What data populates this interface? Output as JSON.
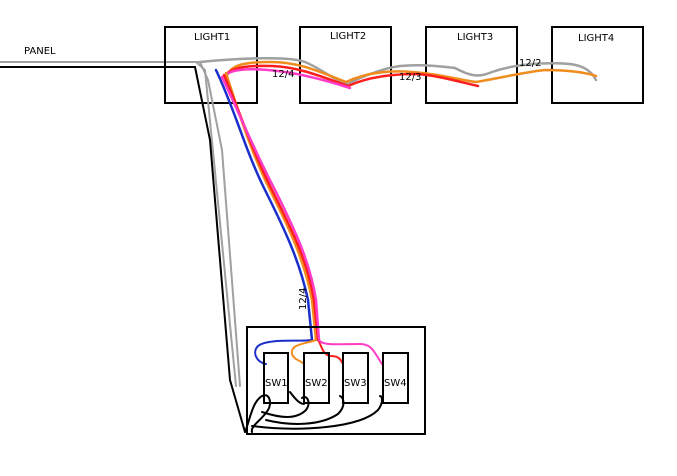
{
  "labels": {
    "panel": "PANEL",
    "light1": "LIGHT1",
    "light2": "LIGHT2",
    "light3": "LIGHT3",
    "light4": "LIGHT4",
    "cable_l1_l2": "12/4",
    "cable_l2_l3": "12/3",
    "cable_l3_l4": "12/2",
    "cable_sw_l1": "12/4"
  },
  "switches": [
    "SW1",
    "SW2",
    "SW3",
    "SW4"
  ],
  "colors": {
    "black": "#000000",
    "gray": "#a0a0a0",
    "blue": "#1a2ecc",
    "magenta": "#ff3cc8",
    "red": "#ff1e1e",
    "orange": "#f08c1e"
  }
}
